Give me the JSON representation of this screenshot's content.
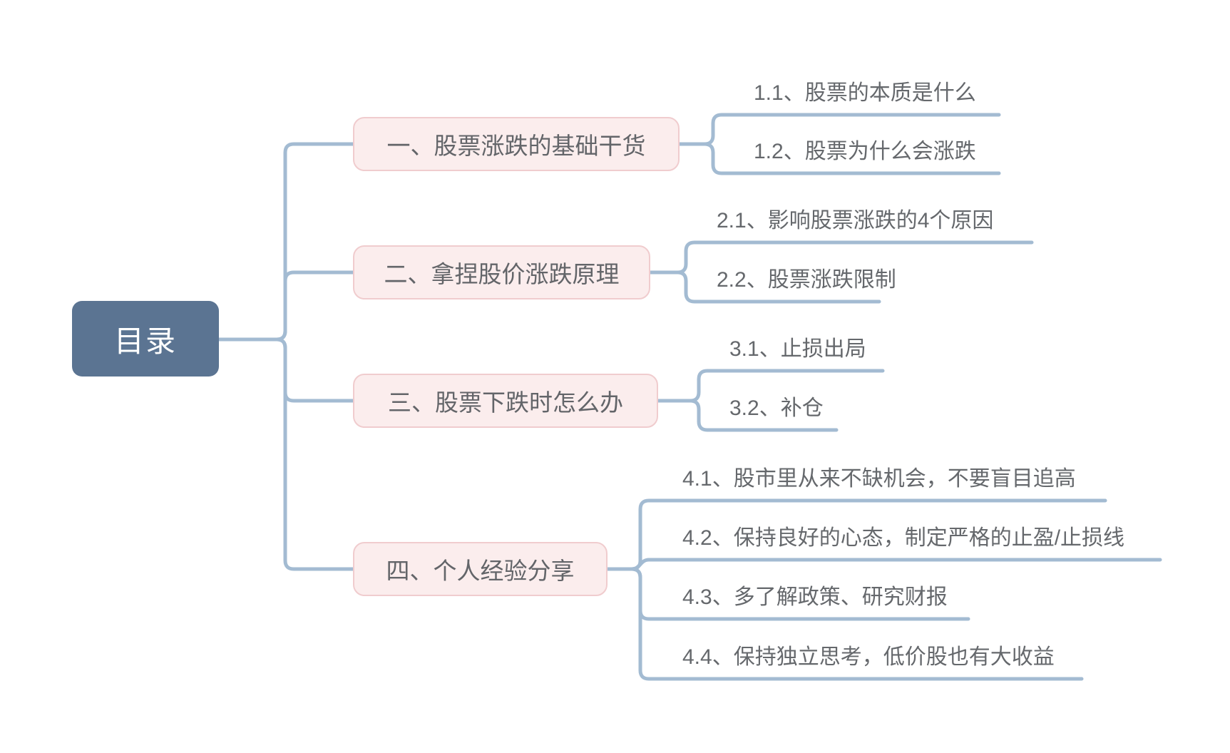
{
  "root": {
    "label": "目录"
  },
  "branches": [
    {
      "label": "一、股票涨跌的基础干货",
      "children": [
        {
          "label": "1.1、股票的本质是什么"
        },
        {
          "label": "1.2、股票为什么会涨跌"
        }
      ]
    },
    {
      "label": "二、拿捏股价涨跌原理",
      "children": [
        {
          "label": "2.1、影响股票涨跌的4个原因"
        },
        {
          "label": "2.2、股票涨跌限制"
        }
      ]
    },
    {
      "label": "三、股票下跌时怎么办",
      "children": [
        {
          "label": "3.1、止损出局"
        },
        {
          "label": "3.2、补仓"
        }
      ]
    },
    {
      "label": "四、个人经验分享",
      "children": [
        {
          "label": "4.1、股市里从来不缺机会，不要盲目追高"
        },
        {
          "label": "4.2、保持良好的心态，制定严格的止盈/止损线"
        },
        {
          "label": "4.3、多了解政策、研究财报"
        },
        {
          "label": "4.4、保持独立思考，低价股也有大收益"
        }
      ]
    }
  ],
  "colors": {
    "line": "#a3bbd2",
    "root_bg": "#5b7492",
    "root_text": "#ffffff",
    "branch_bg": "#fbeded",
    "branch_border": "#f0ccce",
    "branch_text": "#636569",
    "child_text": "#65686c"
  }
}
